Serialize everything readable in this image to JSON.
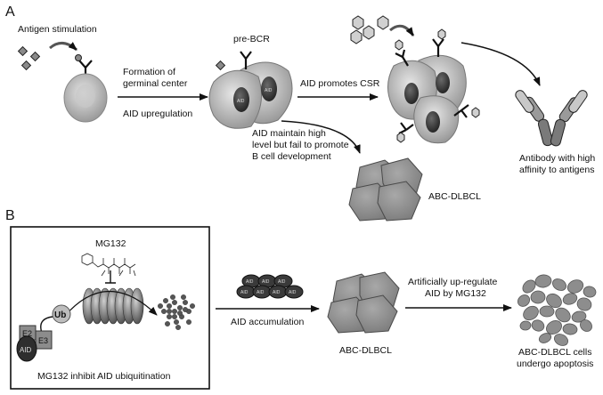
{
  "panel_a": {
    "label": "A",
    "antigen_stimulation": "Antigen stimulation",
    "pre_bcr": "pre-BCR",
    "formation_line1": "Formation of",
    "formation_line2": "germinal center",
    "aid_upregulation": "AID upregulation",
    "aid_promotes_csr": "AID promotes CSR",
    "maintain_line1": "AID maintain high",
    "maintain_line2": "level but fail to promote",
    "maintain_line3": "B cell development",
    "antibody_line1": "Antibody with high",
    "antibody_line2": "affinity to antigens",
    "abc_dlbcl": "ABC-DLBCL",
    "nucleus_label": "AID"
  },
  "panel_b": {
    "label": "B",
    "mg132": "MG132",
    "ub": "Ub",
    "e2": "E2",
    "e3": "E3",
    "aid": "AID",
    "inhibit_caption": "MG132 inhibit AID ubiquitination",
    "aid_accumulation": "AID accumulation",
    "abc_dlbcl": "ABC-DLBCL",
    "upregulate_line1": "Artificially up-regulate",
    "upregulate_line2": "AID by MG132",
    "apoptosis_line1": "ABC-DLBCL cells",
    "apoptosis_line2": "undergo apoptosis",
    "oval_labels": [
      "AID",
      "AID",
      "AID",
      "AID",
      "AID",
      "AID",
      "AID"
    ]
  },
  "colors": {
    "cell_fill": "#b9b9b9",
    "cell_outline": "#7a7a7a",
    "nucleus": "#3a3a3a",
    "lymphoma": "#8f8f8f",
    "arrow": "#111111"
  }
}
